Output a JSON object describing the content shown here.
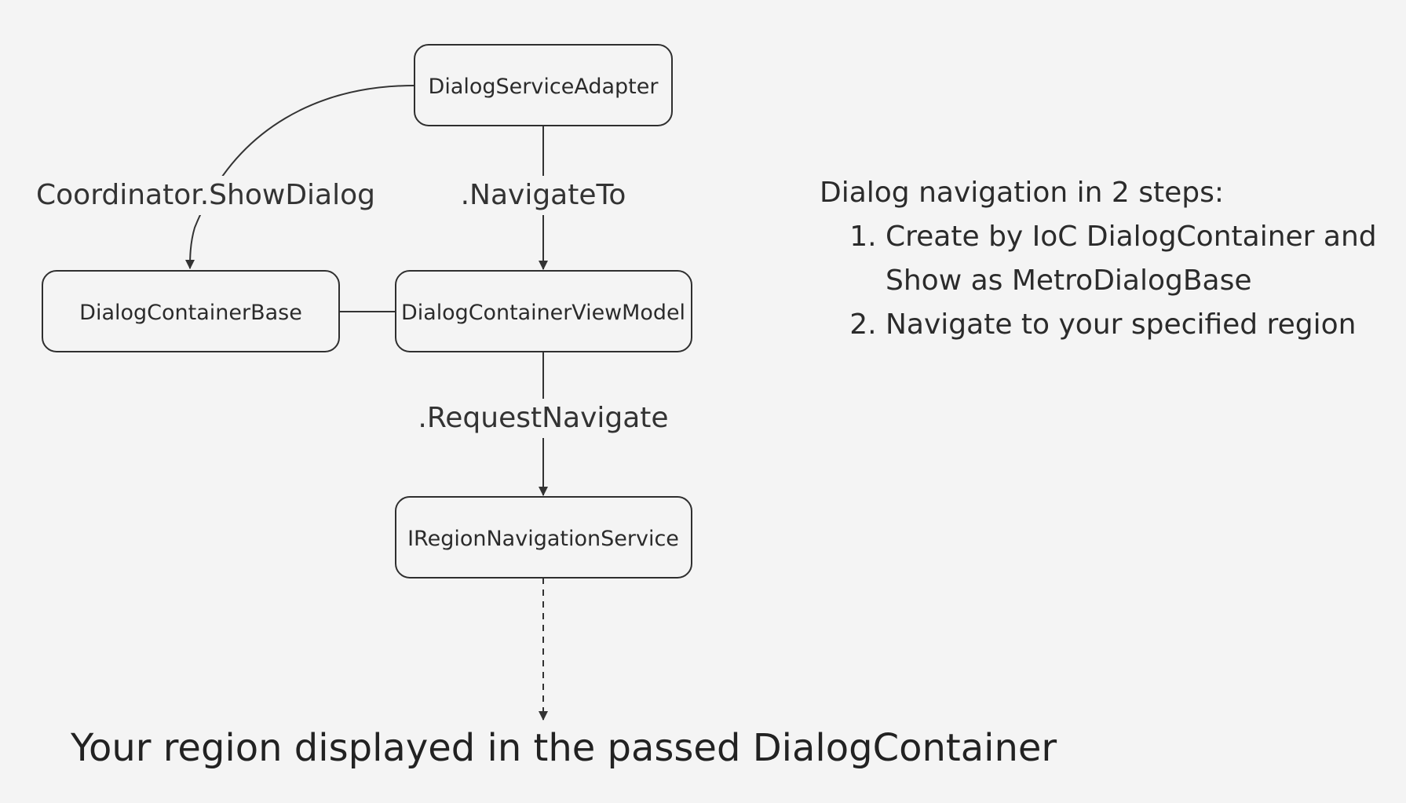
{
  "nodes": {
    "dialog_service_adapter": "DialogServiceAdapter",
    "dialog_container_base": "DialogContainerBase",
    "dialog_container_view_model": "DialogContainerViewModel",
    "region_navigation_service": "IRegionNavigationService"
  },
  "edges": {
    "show_dialog": "Coordinator.ShowDialog",
    "navigate_to": ".NavigateTo",
    "request_navigate": ".RequestNavigate"
  },
  "steps": {
    "heading": "Dialog navigation in 2 steps:",
    "items": [
      "Create by IoC DialogContainer and Show as MetroDialogBase",
      "Navigate to your specified region"
    ]
  },
  "result_caption": "Your region displayed in the passed DialogContainer",
  "colors": {
    "background": "#f4f4f4",
    "stroke": "#2f2f2f",
    "text": "#2b2b2b"
  }
}
